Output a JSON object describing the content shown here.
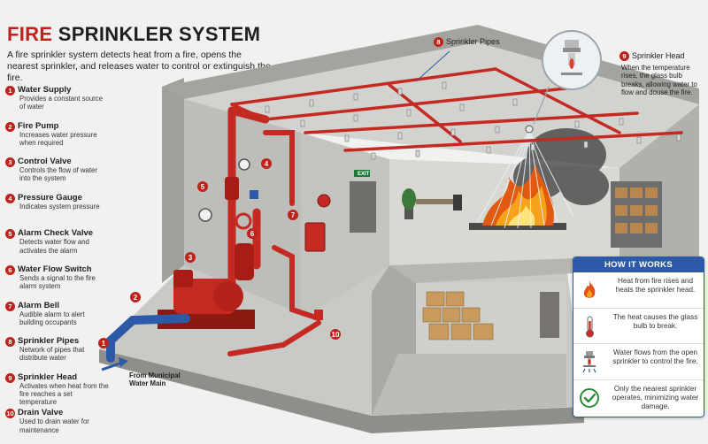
{
  "title_first": "FIRE",
  "title_rest": " SPRINKLER SYSTEM",
  "intro": "A fire sprinkler system detects heat from a fire, opens the nearest sprinkler, and releases water to control or extinguish the fire.",
  "legend": [
    {
      "num": "1",
      "title": "Water Supply",
      "desc": "Provides a constant source of water"
    },
    {
      "num": "2",
      "title": "Fire Pump",
      "desc": "Increases water pressure when required"
    },
    {
      "num": "3",
      "title": "Control Valve",
      "desc": "Controls the flow of water into the system"
    },
    {
      "num": "4",
      "title": "Pressure Gauge",
      "desc": "Indicates system pressure"
    },
    {
      "num": "5",
      "title": "Alarm Check Valve",
      "desc": "Detects water flow and activates the alarm"
    },
    {
      "num": "6",
      "title": "Water Flow Switch",
      "desc": "Sends a signal to the fire alarm system"
    },
    {
      "num": "7",
      "title": "Alarm Bell",
      "desc": "Audible alarm to alert building occupants"
    },
    {
      "num": "8",
      "title": "Sprinkler Pipes",
      "desc": "Network of pipes that distribute water"
    },
    {
      "num": "9",
      "title": "Sprinkler Head",
      "desc": "Activates when heat from the fire reaches a set temperature"
    },
    {
      "num": "10",
      "title": "Drain Valve",
      "desc": "Used to drain water for maintenance"
    }
  ],
  "callouts": {
    "pipes": {
      "num": "8",
      "label": "Sprinkler Pipes"
    },
    "head": {
      "num": "9",
      "label": "Sprinkler Head",
      "desc": "When the temperature rises, the glass bulb breaks, allowing water to flow and douse the fire."
    },
    "municipal": "From Municipal Water Main",
    "exit_sign": "EXIT"
  },
  "markers": [
    "1",
    "2",
    "3",
    "4",
    "5",
    "6",
    "7",
    "10"
  ],
  "how_it_works": {
    "heading": "HOW IT WORKS",
    "steps": [
      {
        "icon": "flame-icon",
        "text": "Heat from fire rises and heats the sprinkler head."
      },
      {
        "icon": "thermometer-icon",
        "text": "The heat causes the glass bulb to break."
      },
      {
        "icon": "sprinkler-icon",
        "text": "Water flows from the open sprinkler to control the fire."
      },
      {
        "icon": "check-icon",
        "text": "Only the nearest sprinkler operates, minimizing water damage."
      }
    ]
  },
  "colors": {
    "accent_red": "#c0221b",
    "pipe_red": "#c42a22",
    "water_blue": "#2d5aa8",
    "concrete": "#b9b9b6"
  }
}
